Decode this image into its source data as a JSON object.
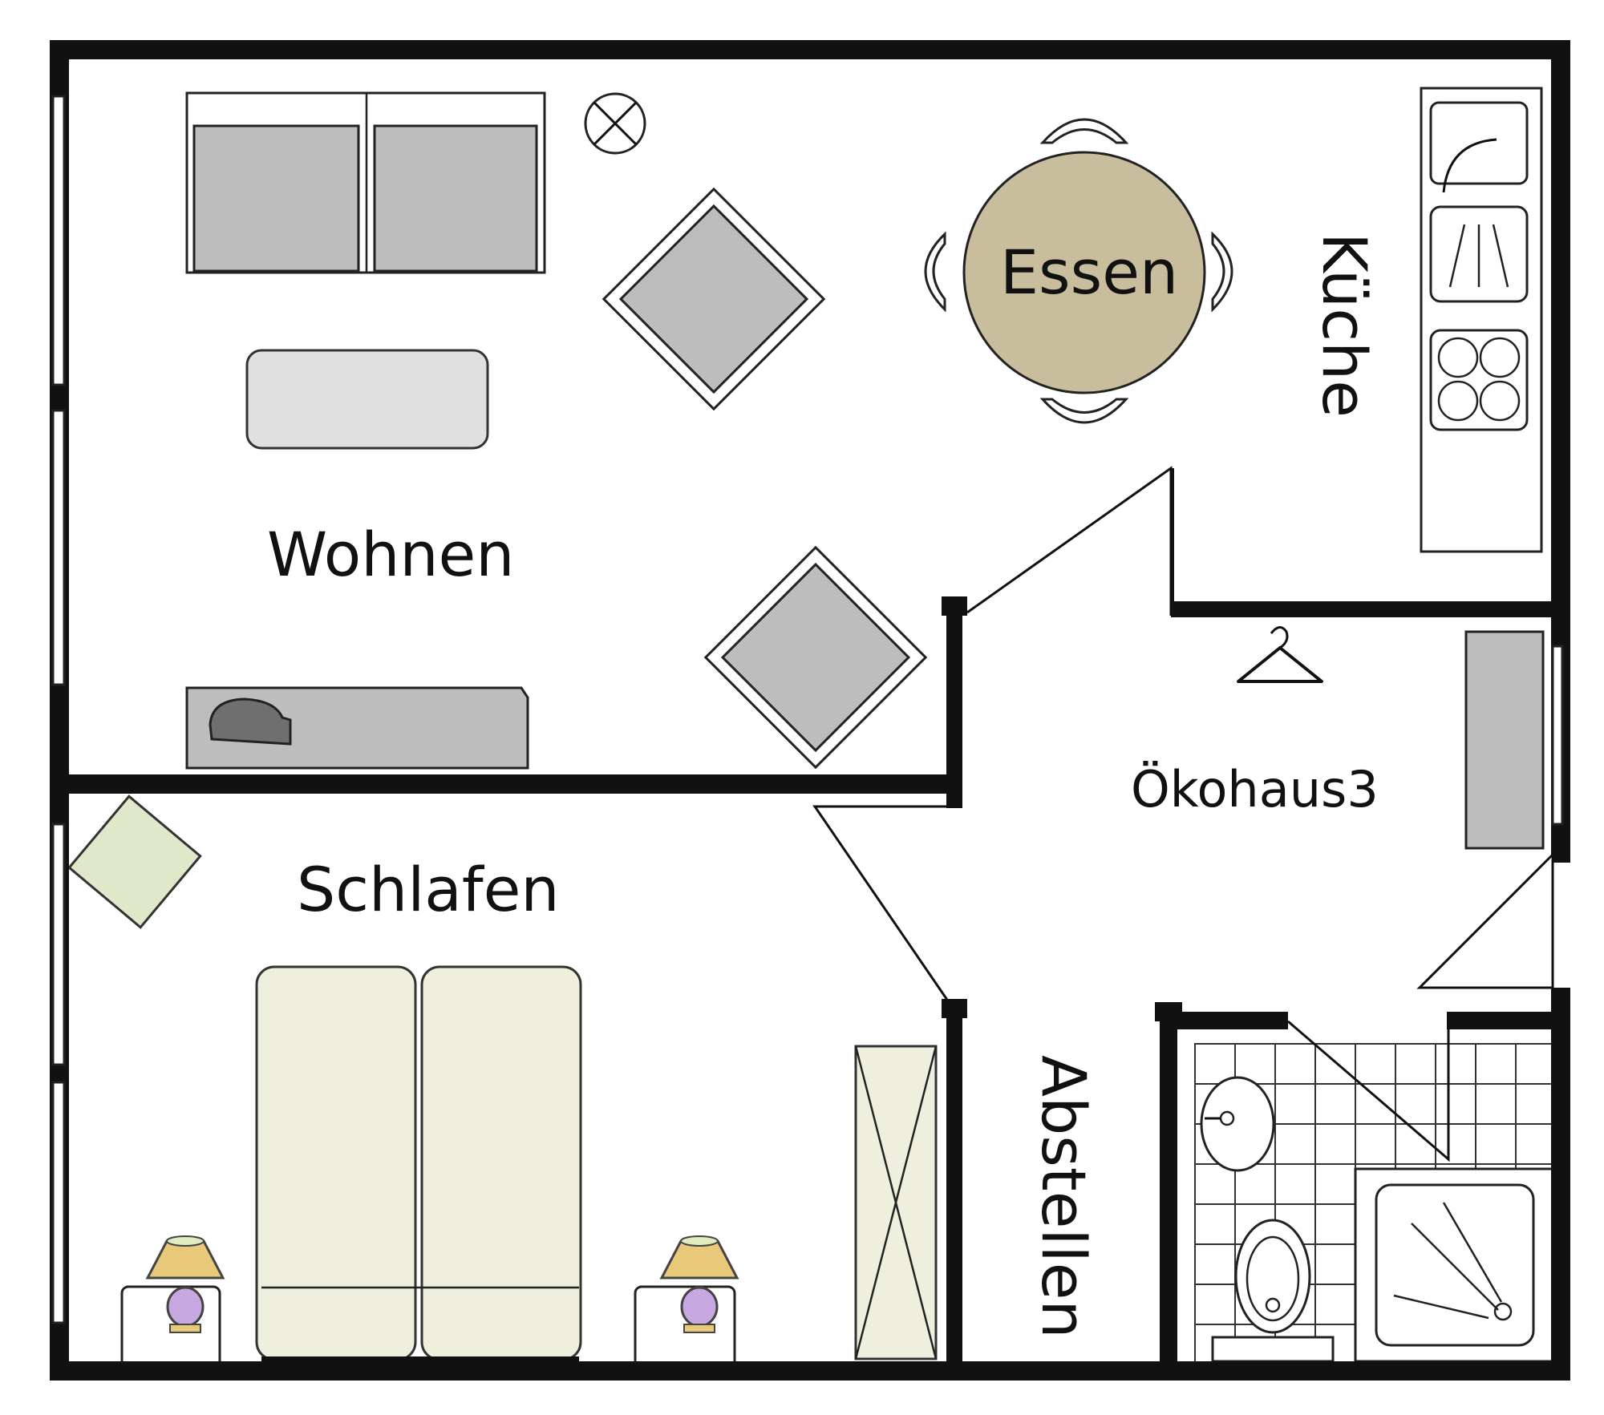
{
  "rooms": {
    "living": "Wohnen",
    "dining": "Essen",
    "kitchen": "Küche",
    "hall": "Ökohaus3",
    "bedroom": "Schlafen",
    "storage": "Abstellen"
  },
  "colors": {
    "wall": "#111111",
    "furniture": "#bdbdbd",
    "dining_table": "#c8bd9c",
    "bed": "#efefde",
    "armchair_green": "#dfe8c9",
    "lamp_shade": "#e8c97a",
    "lamp_base": "#c7a8e0"
  },
  "icons": [
    "ceiling-light-icon",
    "coat-hanger-icon",
    "sink-icon",
    "stove-icon",
    "toilet-icon",
    "shower-icon",
    "lamp-icon"
  ]
}
